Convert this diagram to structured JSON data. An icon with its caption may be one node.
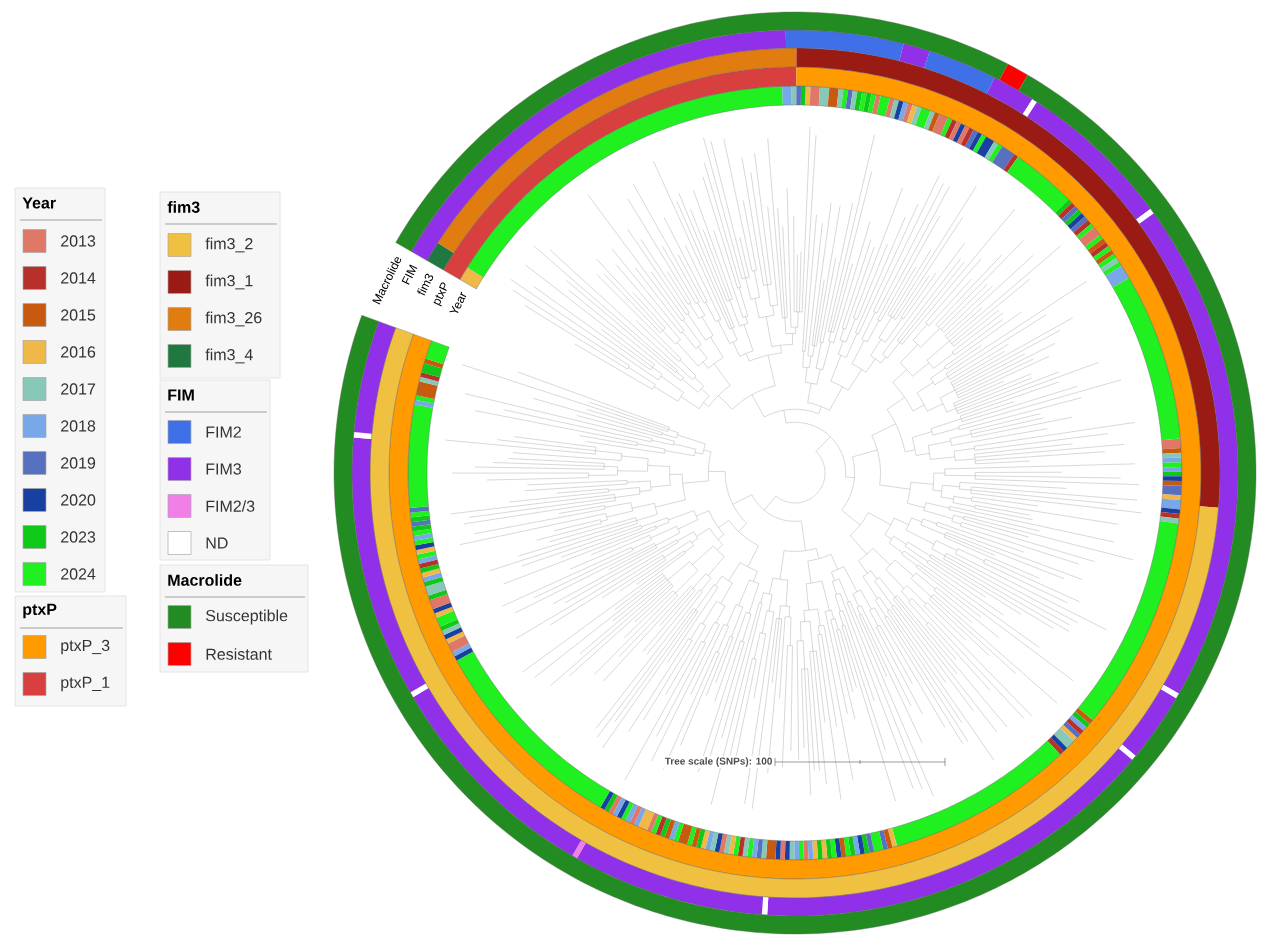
{
  "diagram": {
    "labels": [
      "Year",
      "ptxP",
      "fim3",
      "FIM",
      "Macrolide",
      "Macrolide",
      "FIM",
      "fim3",
      "ptxP",
      "Year",
      "Tree scale (SNPs): 100"
    ],
    "legend": [
      {
        "text": "2013",
        "color": "#e07868"
      },
      {
        "text": "2014",
        "color": "#b8302a"
      },
      {
        "text": "2015",
        "color": "#c85a10"
      },
      {
        "text": "2016",
        "color": "#f0b848"
      },
      {
        "text": "2017",
        "color": "#88c8b8"
      },
      {
        "text": "2018",
        "color": "#78a8e8"
      },
      {
        "text": "2019",
        "color": "#5870c0"
      },
      {
        "text": "2020",
        "color": "#1840a0"
      },
      {
        "text": "2023",
        "color": "#10c818"
      },
      {
        "text": "2024",
        "color": "#20f020"
      },
      {
        "text": "ptxP_3",
        "color": "#ff9a00"
      },
      {
        "text": "ptxP_1",
        "color": "#d84040"
      },
      {
        "text": "fim3_2",
        "color": "#f0c040"
      },
      {
        "text": "fim3_1",
        "color": "#9a1a14"
      },
      {
        "text": "fim3_26",
        "color": "#e07c10"
      },
      {
        "text": "fim3_4",
        "color": "#207840"
      },
      {
        "text": "FIM2",
        "color": "#4070e8"
      },
      {
        "text": "FIM3",
        "color": "#9030e8"
      },
      {
        "text": "FIM2/3",
        "color": "#f080e8"
      },
      {
        "text": "ND",
        "color": "#ffffff"
      },
      {
        "text": "Susceptible",
        "color": "#228b22"
      },
      {
        "text": "Resistant",
        "color": "#ff0000"
      }
    ]
  }
}
